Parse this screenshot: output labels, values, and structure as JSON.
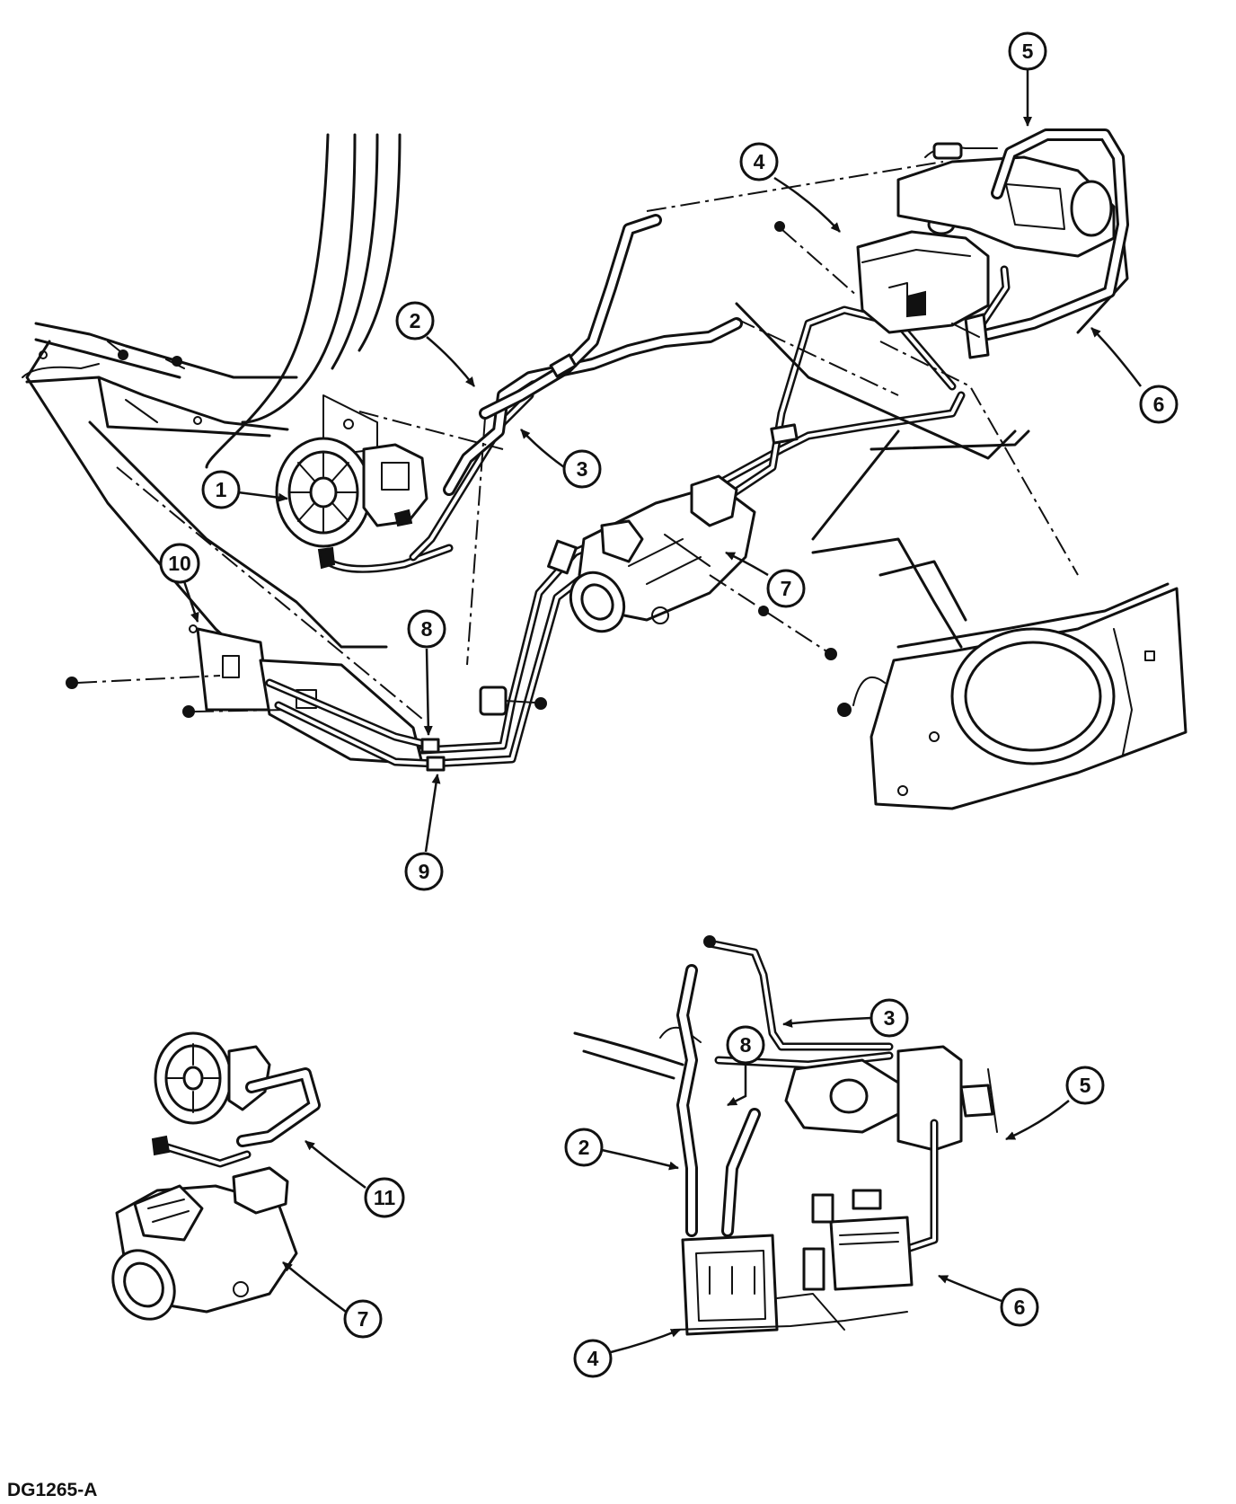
{
  "figure_id": "DG1265-A",
  "callouts": {
    "c1": "1",
    "c2": "2",
    "c3": "3",
    "c4": "4",
    "c5": "5",
    "c6": "6",
    "c7": "7",
    "c8": "8",
    "c9": "9",
    "c10": "10",
    "c11": "11"
  }
}
